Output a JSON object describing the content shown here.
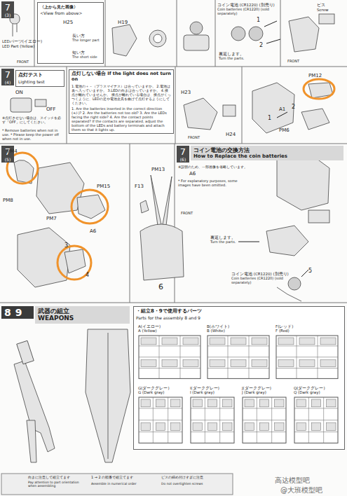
{
  "diagram": {
    "nodes": [
      {
        "text": [
          "7",
          "(3)"
        ]
      },
      {
        "text": [
          "〈上から見た画像〉",
          "<View from above>"
        ]
      },
      {
        "text": [
          "7",
          "(4)"
        ]
      },
      {
        "text": [
          "点灯テスト",
          "Lighting test"
        ]
      },
      {
        "text": [
          "点灯しない場合 If the light does not turn on",
          "1.電池の＋－（プラスマイナス）は合っていますか。 2.電池は表へ入っていますか。 3.LEDの向きは合っていますか。 4.接点が離れていませんか。 接点が離れている場合は、接点がくっつくように、LEDの足や電池金具を曲げて点灯するようにしてください。",
          "1. Are the batteries inserted in the correct direction (+/-)? 2. Are the batteries not too old? 3. Are the LEDs facing the right side? 4. Are the contact points separated? If the contacts are separated, adjust the bottom of the LEDs and battery terminals and attach them so that it lights up."
        ]
      },
      {
        "text": [
          "7",
          "(5)"
        ]
      },
      {
        "text": [
          "7",
          "(6)"
        ]
      },
      {
        "text": [
          "コイン電池の交換方法",
          "How to Replace the coin batteries"
        ]
      },
      {
        "text": [
          "8",
          "9"
        ]
      },
      {
        "text": [
          "武器の組立",
          "WEAPONS"
        ]
      },
      {
        "text": [
          "・組立8・9で使用するパーツ",
          "Parts for the assembly 8 and 9"
        ]
      },
      {
        "text": [
          "A(イエロー)",
          "A (Yellow)"
        ],
        "in": 10
      },
      {
        "text": [
          "B(ホワイト)",
          "B (White)"
        ],
        "in": 10
      },
      {
        "text": [
          "F(レッド)",
          "F (Red)"
        ],
        "in": 10
      },
      {
        "text": [
          "G(ダークグレー)",
          "G (Dark gray)"
        ],
        "in": 10
      },
      {
        "text": [
          "I(ダークグレー)",
          "I (Dark gray)"
        ],
        "in": 10
      },
      {
        "text": [
          "J(ダークグレー)",
          "J (Dark gray)"
        ],
        "in": 10
      },
      {
        "text": [
          "Q(ダークグレー)",
          "Q (Dark gray)"
        ],
        "in": 10
      }
    ],
    "labels": [
      "LEDパーツ(イエロー)",
      "LED Part (Yellow)",
      "H25",
      "長い方",
      "The longer part",
      "短い方",
      "The short side",
      "FRONT",
      "H19",
      "コイン電池 (CR1220) (別売り)",
      "Coin batteries (CR1220) (sold separately)",
      "裏返します。",
      "Turn the parts.",
      "ビス",
      "Screw",
      "FRONT",
      "ON",
      "OFF",
      "※点灯させない場合は、スイッチを必ず「OFF」にしてください。",
      "* Remove batteries when not in use. * Please keep the power off when not in use.",
      "H23",
      "H24",
      "FRONT",
      "PM12",
      "A1",
      "PM6",
      "PM4",
      "PM8",
      "PM15",
      "PM7",
      "A6",
      "3",
      "4",
      "F13",
      "PM13",
      "A6",
      "6",
      "※説明のため、一部画像を省略しています。",
      "* For explanatory purposes, some images have been omitted.",
      "FRONT",
      "裏返します。",
      "Turn the parts.",
      "コイン電池 (CR1220) (別売り)",
      "Coin batteries (CR1220) (sold separately)",
      "5",
      "向きに注意して組立てます",
      "Pay attention to part orientation when assembling",
      "1 → 2 の順番で組立てます",
      "Assemble in numerical order",
      "ビスの締め付けすぎに注意",
      "Do not overtighten screws",
      "高达模型吧",
      "@大班模型吧",
      "1",
      "2",
      "1",
      "2"
    ]
  }
}
